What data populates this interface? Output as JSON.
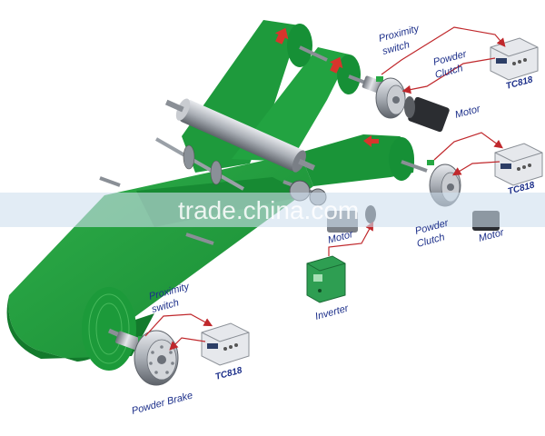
{
  "labels": {
    "proximity_top": "Proximity",
    "switch_top": "switch",
    "powder_clutch_top_1": "Powder",
    "powder_clutch_top_2": "Clutch",
    "motor_top": "Motor",
    "tc818_top": "TC818",
    "tc818_mid": "TC818",
    "powder_clutch_mid_1": "Powder",
    "powder_clutch_mid_2": "Clutch",
    "motor_mid": "Motor",
    "motor_center": "Motor",
    "inverter": "Inverter",
    "proximity_bottom": "Proximity",
    "switch_bottom": "switch",
    "powder_brake": "Powder Brake",
    "tc818_bottom": "TC818"
  },
  "watermark": "trade.china.com",
  "colors": {
    "belt": "#1e9a3c",
    "belt_dark": "#137a2c",
    "belt_light": "#4cc061",
    "metal": "#b8bcc2",
    "metal_dark": "#6b7078",
    "signal": "#c0282c",
    "label": "#1c2f8a",
    "watermark_band": "#cfe0ee"
  }
}
